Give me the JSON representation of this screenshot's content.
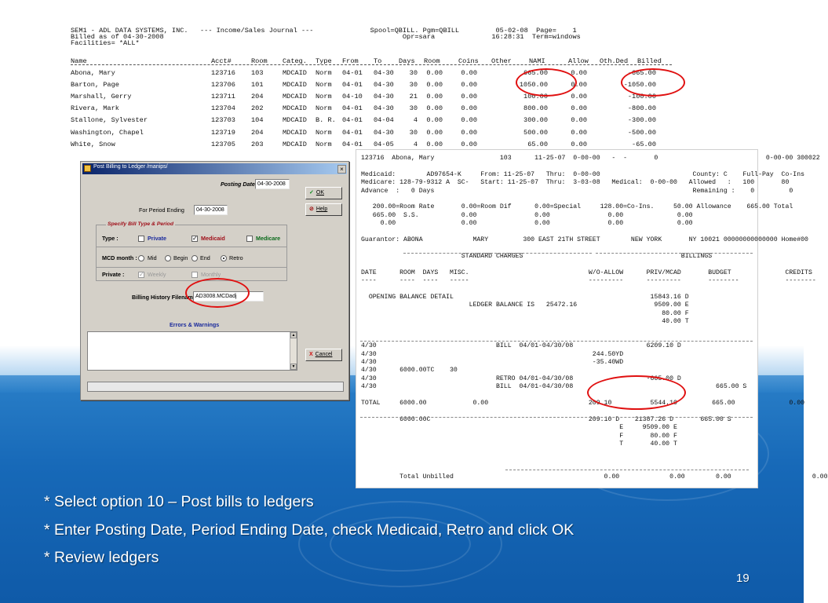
{
  "journal": {
    "header": [
      "SEM1 - ADL DATA SYSTEMS, INC.   --- Income/Sales Journal ---              Spool=QBILL. Pgm=QBILL         05-02-08  Page=    1",
      "Billed as of 04-30-2008                                                           Opr=sara              16:28:31  Term=windows",
      "Facilities= *ALL*"
    ],
    "columns": [
      "Name",
      "Acct#",
      "Room",
      "Categ.",
      "Type",
      "From",
      "To",
      "Days",
      "Room",
      "Coins",
      "Other",
      "NAMI",
      "Allow",
      "Oth.Ded",
      "Billed"
    ],
    "rows": [
      [
        "Abona, Mary",
        "123716",
        "103",
        "MDCAID",
        "Norm",
        "04-01",
        "04-30",
        "30",
        "0.00",
        "0.00",
        "",
        "665.00",
        "0.00",
        "",
        "-665.00"
      ],
      [
        "Barton, Page",
        "123706",
        "101",
        "MDCAID",
        "Norm",
        "04-01",
        "04-30",
        "30",
        "0.00",
        "0.00",
        "",
        "1050.00",
        "0.00",
        "",
        "-1050.00"
      ],
      [
        "Marshall, Gerry",
        "123711",
        "204",
        "MDCAID",
        "Norm",
        "04-10",
        "04-30",
        "21",
        "0.00",
        "0.00",
        "",
        "100.00",
        "0.00",
        "",
        "-100.00"
      ],
      [
        "Rivera, Mark",
        "123704",
        "202",
        "MDCAID",
        "Norm",
        "04-01",
        "04-30",
        "30",
        "0.00",
        "0.00",
        "",
        "800.00",
        "0.00",
        "",
        "-800.00"
      ],
      [
        "Stallone, Sylvester",
        "123703",
        "104",
        "MDCAID",
        "B. R.",
        "04-01",
        "04-04",
        "4",
        "0.00",
        "0.00",
        "",
        "300.00",
        "0.00",
        "",
        "-300.00"
      ],
      [
        "Washington, Chapel",
        "123719",
        "204",
        "MDCAID",
        "Norm",
        "04-01",
        "04-30",
        "30",
        "0.00",
        "0.00",
        "",
        "500.00",
        "0.00",
        "",
        "-500.00"
      ],
      [
        "White, Snow",
        "123705",
        "203",
        "MDCAID",
        "Norm",
        "04-01",
        "04-05",
        "4",
        "0.00",
        "0.00",
        "",
        "65.00",
        "0.00",
        "",
        "-65.00"
      ]
    ]
  },
  "ledger": {
    "lines": [
      "123716  Abona, Mary                 103      11-25-07  0-00-00   -  -       0                            0-00-00 300022",
      "",
      "Medicaid:        AD97654-K     From: 11-25-07   Thru:  0-00-00                        County: C    Full-Pay  Co-Ins",
      "Medicare: 128-79-9312 A  SC-   Start: 11-25-07  Thru:  3-03-08   Medical:  0-00-00   Allowed   :   100       80",
      "Advance  :   0 Days                                                                   Remaining :    0         0",
      "",
      "   200.00=Room Rate       0.00=Room Dif      0.00=Special     128.00=Co-Ins.     50.00 Allowance    665.00 Total",
      "   665.00  S.S.           0.00               0.00               0.00              0.00",
      "     0.00                 0.00               0.00               0.00              0.00",
      "",
      "Guarantor: ABONA             MARY         300 EAST 21TH STREET        NEW YORK       NY 10021 00000000000000 Home#00",
      "",
      "                          STANDARD CHARGES                                         BILLINGS",
      "",
      "DATE      ROOM  DAYS   MISC.                               W/O-ALLOW      PRIV/MCAD       BUDGET              CREDITS",
      "----      ----  ----   -----                               ---------      ---------       --------            --------",
      "",
      "  OPENING BALANCE DETAIL                                                   15843.16 D",
      "                            LEDGER BALANCE IS   25472.16                    9509.00 E",
      "                                                                              80.00 F",
      "                                                                              40.00 T",
      "",
      "",
      "4/30                               BILL  04/01-04/30/08                   6209.10 D",
      "4/30                                                        244.50YD",
      "4/30                                                        -35.40WD",
      "4/30      6000.00TC    30",
      "4/30                               RETRO 04/01-04/30/08                   -665.00 D",
      "4/30                               BILL  04/01-04/30/08                                     665.00 S",
      "",
      "TOTAL     6000.00            0.00                          209.10          5544.10         665.00              0.00",
      "",
      "          6000.00C                                         209.10 D    21387.26 D       665.00 S",
      "                                                                   E     9509.00 E",
      "                                                                   F       80.00 F",
      "                                                                   T       40.00 T",
      "",
      "",
      "",
      "          Total Unbilled                                       0.00             0.00        0.00                     0.00"
    ]
  },
  "dialog": {
    "title": "Post Billing to Ledger  /manips/",
    "close": "×",
    "posting_date_label": "Posting Date",
    "posting_date": "04-30-2008",
    "period_ending_label": "For Period Ending",
    "period_ending": "04-30-2008",
    "group_label": "Specify Bill Type & Period",
    "type_label": "Type :",
    "type_private": "Private",
    "type_medicaid": "Medicaid",
    "type_medicare": "Medicare",
    "mcd_month_label": "MCD month :",
    "mid": "Mid",
    "begin": "Begin",
    "end": "End",
    "retro": "Retro",
    "private_label": "Private :",
    "weekly": "Weekly",
    "monthly": "Monthly",
    "history_label": "Billing History Filename",
    "history_file": "AD3008.MCDadj",
    "errors_label": "Errors & Warnings",
    "ok": "OK",
    "help": "Help",
    "cancel": "Cancel",
    "check_mark": "✓",
    "cancel_mark": "X"
  },
  "bullets": [
    "* Select option 10 – Post bills to ledgers",
    "* Enter Posting Date, Period Ending Date, check Medicaid, Retro and click OK",
    "* Review ledgers"
  ],
  "page_number": "19",
  "colors": {
    "annotation": "#e01010",
    "slide_blue": "#1769b8",
    "dialog_face": "#d4d0c8"
  }
}
